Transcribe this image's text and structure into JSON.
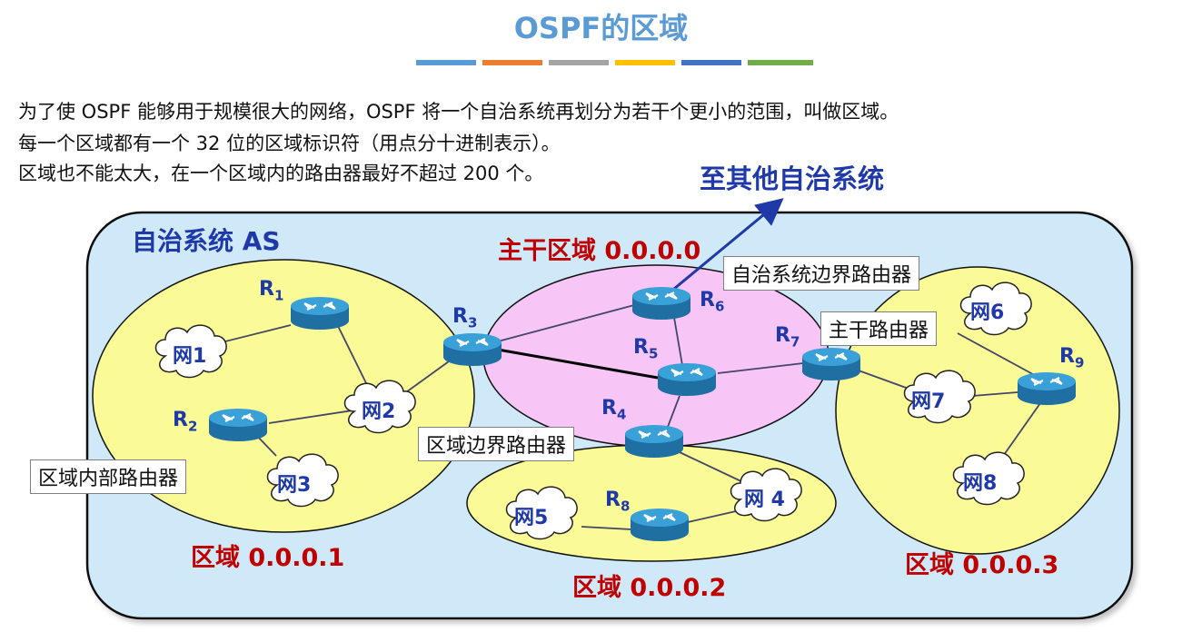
{
  "title": "OSPF的区域",
  "colorbar": [
    "#5b9bd5",
    "#ed7d31",
    "#a5a5a5",
    "#ffc000",
    "#4472c4",
    "#70ad47"
  ],
  "paragraphs": [
    "为了使 OSPF 能够用于规模很大的网络，OSPF 将一个自治系统再划分为若干个更小的范围，叫做区域。",
    "每一个区域都有一个 32 位的区域标识符（用点分十进制表示）。",
    "区域也不能太大，在一个区域内的路由器最好不超过 200 个。"
  ],
  "diagram": {
    "to_other_as": "至其他自治系统",
    "as_label": "自治系统 AS",
    "areas": {
      "backbone": "主干区域 0.0.0.0",
      "area1": "区域 0.0.0.1",
      "area2": "区域 0.0.0.2",
      "area3": "区域 0.0.0.3"
    },
    "callouts": {
      "as_border_router": "自治系统边界路由器",
      "backbone_router": "主干路由器",
      "area_border_router": "区域边界路由器",
      "internal_router": "区域内部路由器"
    },
    "routers": [
      {
        "id": "R1",
        "letter": "R",
        "sub": "1"
      },
      {
        "id": "R2",
        "letter": "R",
        "sub": "2"
      },
      {
        "id": "R3",
        "letter": "R",
        "sub": "3"
      },
      {
        "id": "R4",
        "letter": "R",
        "sub": "4"
      },
      {
        "id": "R5",
        "letter": "R",
        "sub": "5"
      },
      {
        "id": "R6",
        "letter": "R",
        "sub": "6"
      },
      {
        "id": "R7",
        "letter": "R",
        "sub": "7"
      },
      {
        "id": "R8",
        "letter": "R",
        "sub": "8"
      },
      {
        "id": "R9",
        "letter": "R",
        "sub": "9"
      }
    ],
    "networks": [
      "网1",
      "网2",
      "网3",
      "网 4",
      "网5",
      "网6",
      "网7",
      "网8"
    ],
    "colors": {
      "as_fill": "#cfe9f9",
      "area_fill": "#fafa96",
      "backbone_fill": "#f7c6f7",
      "router_body": "#2f8fc8",
      "area_label": "#c00000",
      "as_label": "#1f3aa8"
    }
  }
}
